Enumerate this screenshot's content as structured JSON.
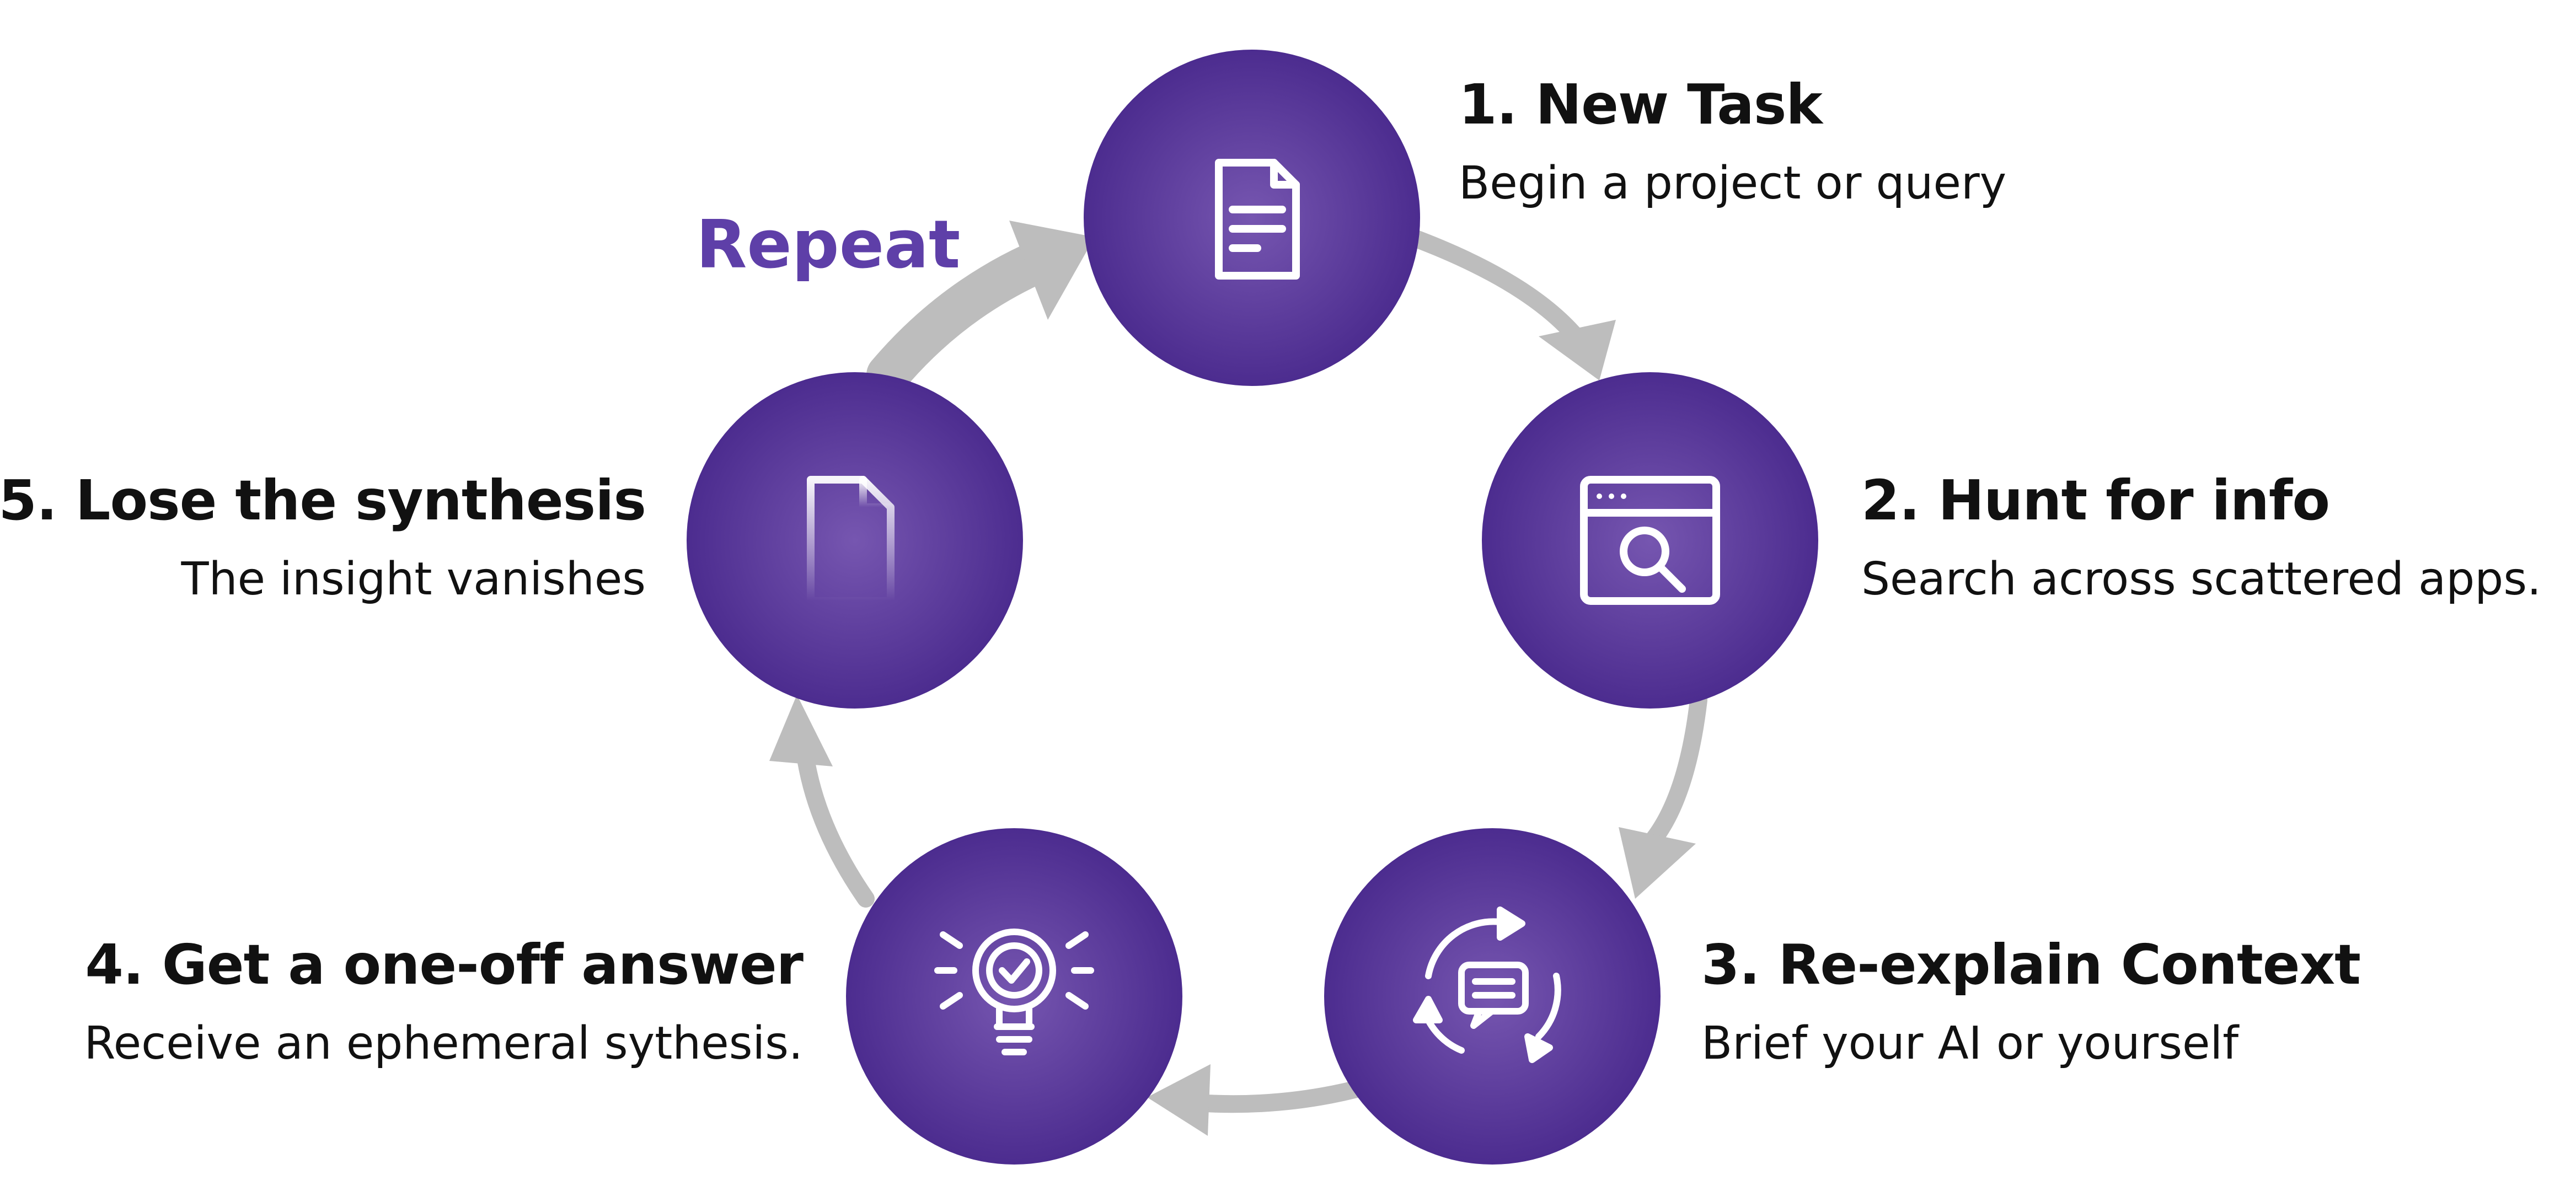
{
  "repeat_label": "Repeat",
  "colors": {
    "circle_center": "#7656b0",
    "circle_edge": "#4c2c8f",
    "arrow": "#bdbdbd",
    "icon": "#ffffff",
    "accent_text": "#5e3fa8",
    "text": "#111111"
  },
  "steps": [
    {
      "title": "1. New Task",
      "desc": "Begin a project or query",
      "icon": "document-icon"
    },
    {
      "title": "2. Hunt for info",
      "desc": "Search across scattered apps.",
      "icon": "browser-search-icon"
    },
    {
      "title": "3. Re-explain Context",
      "desc": "Brief your AI or yourself",
      "icon": "cycle-chat-icon"
    },
    {
      "title": "4. Get a one-off answer",
      "desc": "Receive an ephemeral sythesis.",
      "icon": "lightbulb-check-icon"
    },
    {
      "title": "5. Lose the synthesis",
      "desc": "The insight vanishes",
      "icon": "fading-document-icon"
    }
  ]
}
